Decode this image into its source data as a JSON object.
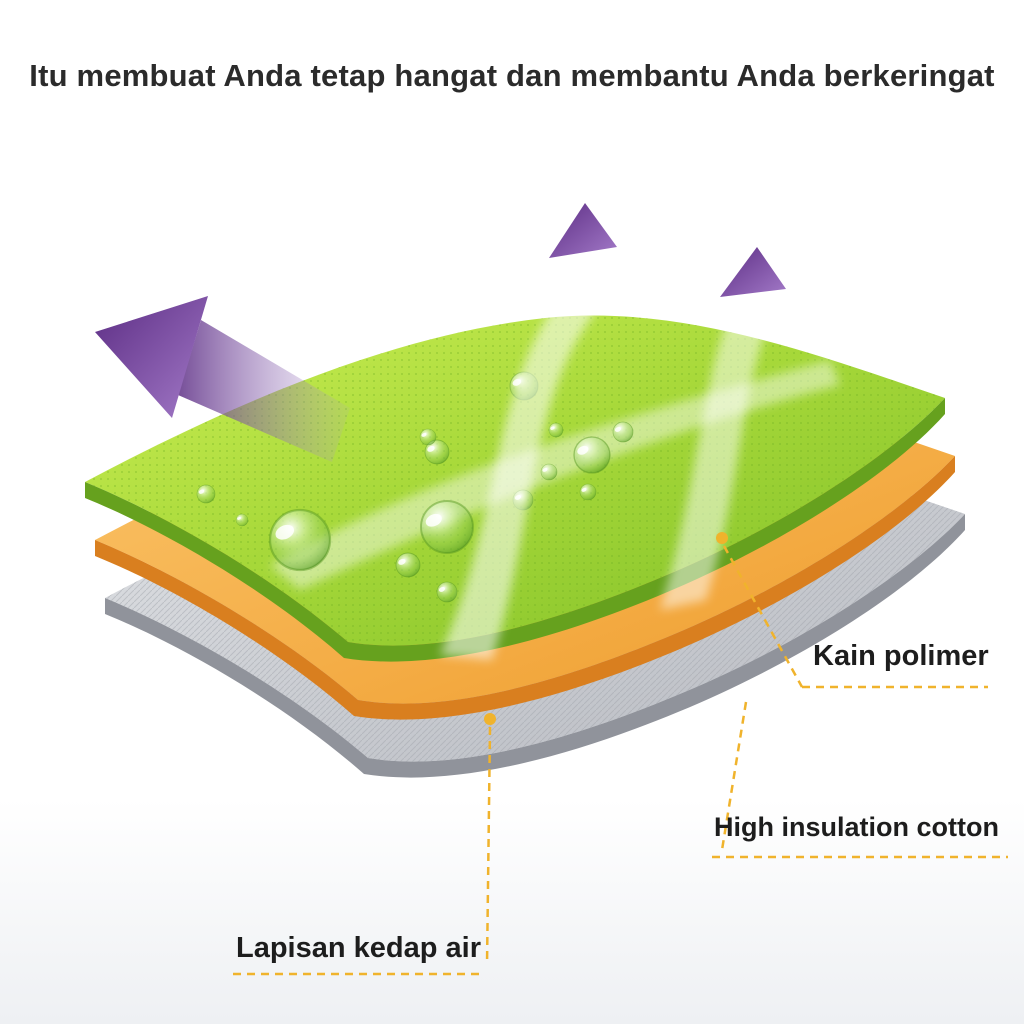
{
  "title": "Itu membuat Anda tetap hangat dan membantu Anda berkeringat",
  "diagram": {
    "type": "fabric-layer-cross-section",
    "layers": [
      {
        "name": "polymer-fabric",
        "label": "Kain polimer",
        "color": "#9ed32f"
      },
      {
        "name": "high-insulation-cotton",
        "label": "High insulation cotton",
        "color": "#f5a93c"
      },
      {
        "name": "waterproof-layer",
        "label": "Lapisan kedap air",
        "color": "#c6c9ce"
      }
    ],
    "arrow_meaning": "breathability-airflow",
    "droplet_meaning": "water-repellent-surface",
    "colors": {
      "arrow_purple": "#6f3a94",
      "leader_yellow": "#f0b32c",
      "text_dark": "#2b2b2b"
    }
  }
}
